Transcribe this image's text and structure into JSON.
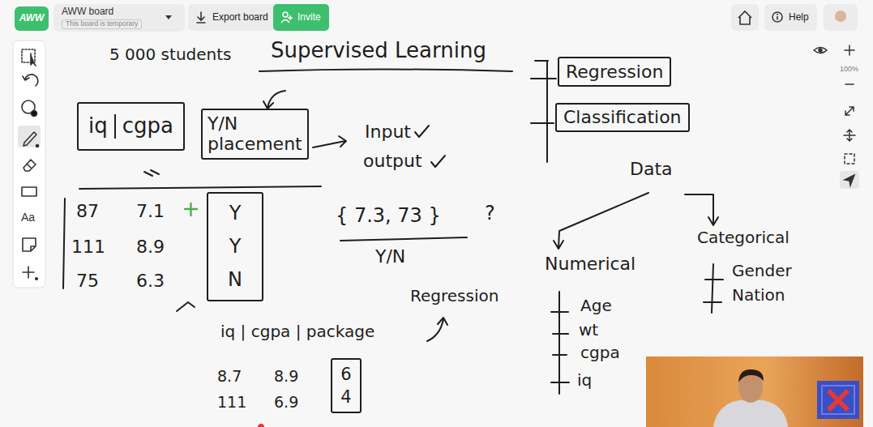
{
  "diagram": {
    "nodes": [
      {
        "text": [
          "AWW"
        ]
      },
      {
        "text": [
          "AWW board",
          "This board is temporary"
        ]
      },
      {
        "text": [
          "Export board"
        ]
      },
      {
        "text": [
          "Invite"
        ]
      },
      {
        "text": [
          "Help"
        ]
      },
      {
        "text": [
          "Regression"
        ]
      },
      {
        "text": [
          "iq",
          "cgpa"
        ]
      },
      {
        "text": [
          "Classification"
        ]
      },
      {
        "text": [
          "Y/N",
          "placement"
        ]
      },
      {
        "text": [
          "Y",
          "Y",
          "N"
        ]
      },
      {
        "text": [
          "6",
          "4"
        ]
      }
    ],
    "labels": [
      "5 000 students",
      "Supervised Learning",
      "Input",
      "output",
      "87",
      "7.1",
      "111",
      "8.9",
      "75",
      "6.3",
      "{ 7.3, 73 }",
      "?",
      "Y/N",
      "Data",
      "Numerical",
      "Categorical",
      "Age",
      "wt",
      "cgpa",
      "iq",
      "Gender",
      "Nation",
      "Regression",
      "iq | cgpa | package",
      "8.7",
      "8.9",
      "111",
      "6.9",
      "Aa",
      "100%"
    ]
  }
}
